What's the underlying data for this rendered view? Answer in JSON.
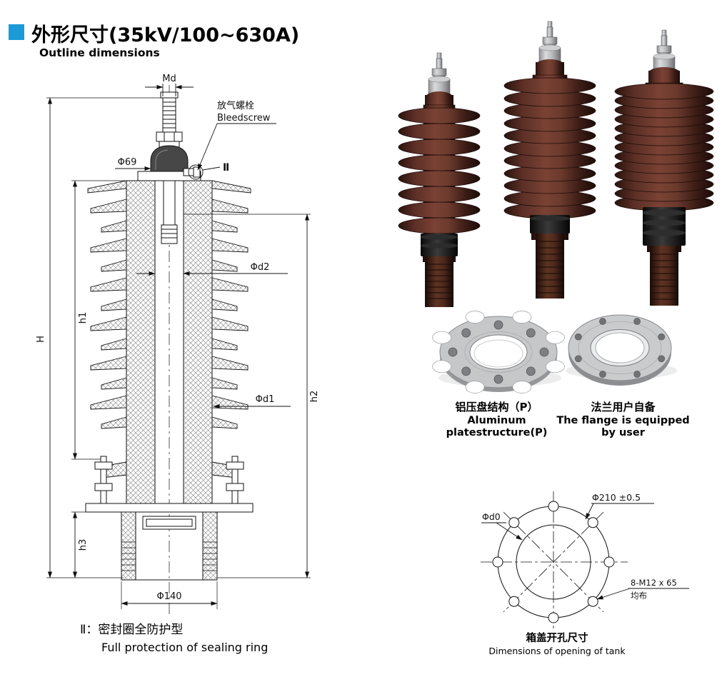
{
  "page": {
    "title": "外形尺寸(35kV/100~630A)",
    "subtitle": "Outline dimensions"
  },
  "outline": {
    "dim_md": "Md",
    "bleed_cn": "放气螺栓",
    "bleed_en": "Bleedscrew",
    "dim_phi69": "Φ69",
    "seal_mark": "Ⅱ",
    "dim_d2": "Φd2",
    "dim_h1": "h1",
    "dim_h": "H",
    "dim_d1": "Φd1",
    "dim_h2": "h2",
    "dim_h3": "h3",
    "dim_phi140": "Φ140",
    "caption_cn": "Ⅱ：密封圈全防护型",
    "caption_en": "Full protection of sealing ring"
  },
  "plate_photo": {
    "caption_cn": "铝压盘结构（P）",
    "caption_en1": "Aluminum",
    "caption_en2": "platestructure(P)"
  },
  "flange_photo": {
    "caption_cn": "法兰用户自备",
    "caption_en1": "The flange is equipped",
    "caption_en2": "by user"
  },
  "tank": {
    "dim_bolt_circle": "Φ210 ±0.5",
    "dim_d0": "Φd0",
    "bolt_spec1": "8-M12 x 65",
    "bolt_spec2": "均布",
    "caption_cn": "箱盖开孔尺寸",
    "caption_en": "Dimensions of opening of tank"
  },
  "colors": {
    "accent_blue": "#1a9ad7",
    "porcelain_brown": "#6b3a2d",
    "line": "#111111"
  }
}
